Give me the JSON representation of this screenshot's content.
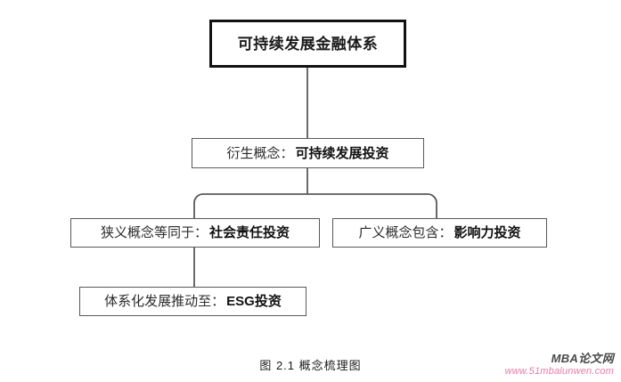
{
  "figure": {
    "caption": "图 2.1  概念梳理图",
    "nodes": {
      "root": {
        "text": "可持续发展金融体系"
      },
      "derived": {
        "prefix": "衍生概念：",
        "term": "可持续发展投资"
      },
      "narrow": {
        "prefix": "狭义概念等同于：",
        "term": "社会责任投资"
      },
      "broad": {
        "prefix": "广义概念包含：",
        "term": "影响力投资"
      },
      "esg": {
        "prefix": "体系化发展推动至：",
        "term": "ESG投资"
      }
    },
    "colors": {
      "root_border": "#111111",
      "node_border": "#58595b",
      "connector": "#58595b",
      "background": "#ffffff"
    }
  },
  "watermark": {
    "brand": "MBA论文网",
    "url": "www.51mbalunwen.com",
    "brand_color": "#4a4a4a",
    "url_color": "#e87ba8"
  }
}
